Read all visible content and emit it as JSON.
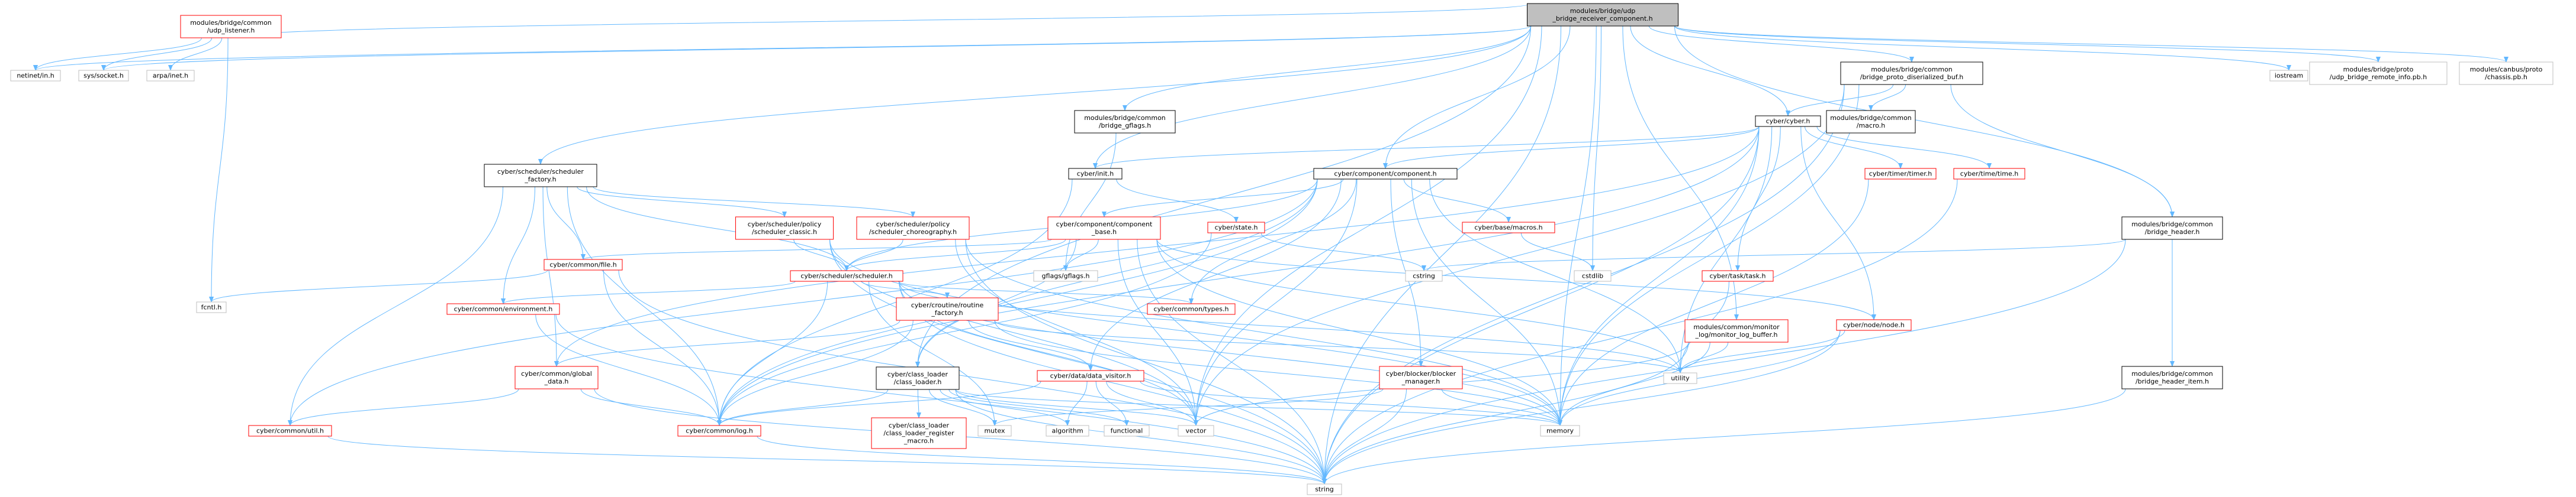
{
  "colors": {
    "edge": "#63b8ff",
    "edge_head": "#63b8ff",
    "root_fill": "#bfbfbf",
    "root_border": "#000000",
    "local_border": "#ff0000",
    "std_border": "#bfbfbf",
    "text": "#000000",
    "background": "#ffffff"
  },
  "graph": {
    "nodes": [
      {
        "id": "root",
        "lines": [
          "modules/bridge/udp",
          "_bridge_receiver_component.h"
        ],
        "kind": "root"
      },
      {
        "id": "udp_listener",
        "lines": [
          "modules/bridge/common",
          "/udp_listener.h"
        ],
        "kind": "local"
      },
      {
        "id": "netinet_in",
        "lines": [
          "netinet/in.h"
        ],
        "kind": "std"
      },
      {
        "id": "sys_socket",
        "lines": [
          "sys/socket.h"
        ],
        "kind": "std"
      },
      {
        "id": "arpa_inet",
        "lines": [
          "arpa/inet.h"
        ],
        "kind": "std"
      },
      {
        "id": "fcntl",
        "lines": [
          "fcntl.h"
        ],
        "kind": "std"
      },
      {
        "id": "sched_factory",
        "lines": [
          "cyber/scheduler/scheduler",
          "_factory.h"
        ],
        "kind": "doc"
      },
      {
        "id": "gflags_h",
        "lines": [
          "modules/bridge/common",
          "/bridge_gflags.h"
        ],
        "kind": "doc"
      },
      {
        "id": "proto_buf",
        "lines": [
          "modules/bridge/common",
          "/bridge_proto_diserialized_buf.h"
        ],
        "kind": "doc"
      },
      {
        "id": "iostream",
        "lines": [
          "iostream"
        ],
        "kind": "std"
      },
      {
        "id": "remote_info",
        "lines": [
          "modules/bridge/proto",
          "/udp_bridge_remote_info.pb.h"
        ],
        "kind": "std"
      },
      {
        "id": "chassis",
        "lines": [
          "modules/canbus/proto",
          "/chassis.pb.h"
        ],
        "kind": "std"
      },
      {
        "id": "cyber_h",
        "lines": [
          "cyber/cyber.h"
        ],
        "kind": "doc"
      },
      {
        "id": "common_macro",
        "lines": [
          "modules/bridge/common",
          "/macro.h"
        ],
        "kind": "doc"
      },
      {
        "id": "init_h",
        "lines": [
          "cyber/init.h"
        ],
        "kind": "doc"
      },
      {
        "id": "component_h",
        "lines": [
          "cyber/component/component.h"
        ],
        "kind": "doc"
      },
      {
        "id": "timer_h",
        "lines": [
          "cyber/timer/timer.h"
        ],
        "kind": "local"
      },
      {
        "id": "time_h",
        "lines": [
          "cyber/time/time.h"
        ],
        "kind": "local"
      },
      {
        "id": "policy_classic",
        "lines": [
          "cyber/scheduler/policy",
          "/scheduler_classic.h"
        ],
        "kind": "local"
      },
      {
        "id": "policy_choreo",
        "lines": [
          "cyber/scheduler/policy",
          "/scheduler_choreography.h"
        ],
        "kind": "local"
      },
      {
        "id": "component_base",
        "lines": [
          "cyber/component/component",
          "_base.h"
        ],
        "kind": "local"
      },
      {
        "id": "state_h",
        "lines": [
          "cyber/state.h"
        ],
        "kind": "local"
      },
      {
        "id": "base_macros",
        "lines": [
          "cyber/base/macros.h"
        ],
        "kind": "local"
      },
      {
        "id": "bridge_header",
        "lines": [
          "modules/bridge/common",
          "/bridge_header.h"
        ],
        "kind": "doc"
      },
      {
        "id": "common_file",
        "lines": [
          "cyber/common/file.h"
        ],
        "kind": "local"
      },
      {
        "id": "scheduler_h",
        "lines": [
          "cyber/scheduler/scheduler.h"
        ],
        "kind": "local"
      },
      {
        "id": "gflags_gflags",
        "lines": [
          "gflags/gflags.h"
        ],
        "kind": "std"
      },
      {
        "id": "cstring",
        "lines": [
          "cstring"
        ],
        "kind": "std"
      },
      {
        "id": "cstdlib",
        "lines": [
          "cstdlib"
        ],
        "kind": "std"
      },
      {
        "id": "task_h",
        "lines": [
          "cyber/task/task.h"
        ],
        "kind": "local"
      },
      {
        "id": "environment",
        "lines": [
          "cyber/common/environment.h"
        ],
        "kind": "local"
      },
      {
        "id": "routine_factory",
        "lines": [
          "cyber/croutine/routine",
          "_factory.h"
        ],
        "kind": "local"
      },
      {
        "id": "common_types",
        "lines": [
          "cyber/common/types.h"
        ],
        "kind": "local"
      },
      {
        "id": "monitor_log",
        "lines": [
          "modules/common/monitor",
          "_log/monitor_log_buffer.h"
        ],
        "kind": "local"
      },
      {
        "id": "node_h",
        "lines": [
          "cyber/node/node.h"
        ],
        "kind": "local"
      },
      {
        "id": "global_data",
        "lines": [
          "cyber/common/global",
          "_data.h"
        ],
        "kind": "local"
      },
      {
        "id": "class_loader",
        "lines": [
          "cyber/class_loader",
          "/class_loader.h"
        ],
        "kind": "doc"
      },
      {
        "id": "data_visitor",
        "lines": [
          "cyber/data/data_visitor.h"
        ],
        "kind": "local"
      },
      {
        "id": "blocker_manager",
        "lines": [
          "cyber/blocker/blocker",
          "_manager.h"
        ],
        "kind": "local"
      },
      {
        "id": "utility",
        "lines": [
          "utility"
        ],
        "kind": "std"
      },
      {
        "id": "header_item",
        "lines": [
          "modules/bridge/common",
          "/bridge_header_item.h"
        ],
        "kind": "doc"
      },
      {
        "id": "common_util",
        "lines": [
          "cyber/common/util.h"
        ],
        "kind": "local"
      },
      {
        "id": "common_log",
        "lines": [
          "cyber/common/log.h"
        ],
        "kind": "local"
      },
      {
        "id": "class_loader_macro",
        "lines": [
          "cyber/class_loader",
          "/class_loader_register",
          "_macro.h"
        ],
        "kind": "local"
      },
      {
        "id": "mutex",
        "lines": [
          "mutex"
        ],
        "kind": "std"
      },
      {
        "id": "algorithm",
        "lines": [
          "algorithm"
        ],
        "kind": "std"
      },
      {
        "id": "functional",
        "lines": [
          "functional"
        ],
        "kind": "std"
      },
      {
        "id": "vector",
        "lines": [
          "vector"
        ],
        "kind": "std"
      },
      {
        "id": "memory",
        "lines": [
          "memory"
        ],
        "kind": "std"
      },
      {
        "id": "string",
        "lines": [
          "string"
        ],
        "kind": "std"
      }
    ],
    "edges": [
      [
        "root",
        "udp_listener"
      ],
      [
        "root",
        "netinet_in"
      ],
      [
        "root",
        "sys_socket"
      ],
      [
        "root",
        "sched_factory"
      ],
      [
        "root",
        "gflags_h"
      ],
      [
        "root",
        "proto_buf"
      ],
      [
        "root",
        "iostream"
      ],
      [
        "root",
        "remote_info"
      ],
      [
        "root",
        "chassis"
      ],
      [
        "root",
        "cyber_h"
      ],
      [
        "root",
        "init_h"
      ],
      [
        "root",
        "component_h"
      ],
      [
        "root",
        "cstdlib"
      ],
      [
        "root",
        "monitor_log"
      ],
      [
        "root",
        "class_loader"
      ],
      [
        "root",
        "vector"
      ],
      [
        "root",
        "memory"
      ],
      [
        "root",
        "string"
      ],
      [
        "root",
        "bridge_header"
      ],
      [
        "udp_listener",
        "netinet_in"
      ],
      [
        "udp_listener",
        "sys_socket"
      ],
      [
        "udp_listener",
        "arpa_inet"
      ],
      [
        "udp_listener",
        "fcntl"
      ],
      [
        "sched_factory",
        "policy_classic"
      ],
      [
        "sched_factory",
        "policy_choreo"
      ],
      [
        "sched_factory",
        "scheduler_h"
      ],
      [
        "sched_factory",
        "common_file"
      ],
      [
        "sched_factory",
        "environment"
      ],
      [
        "sched_factory",
        "global_data"
      ],
      [
        "sched_factory",
        "common_util"
      ],
      [
        "sched_factory",
        "common_log"
      ],
      [
        "gflags_h",
        "gflags_gflags"
      ],
      [
        "proto_buf",
        "cyber_h"
      ],
      [
        "proto_buf",
        "common_macro"
      ],
      [
        "proto_buf",
        "bridge_header"
      ],
      [
        "proto_buf",
        "vector"
      ],
      [
        "proto_buf",
        "memory"
      ],
      [
        "proto_buf",
        "string"
      ],
      [
        "cyber_h",
        "init_h"
      ],
      [
        "cyber_h",
        "component_h"
      ],
      [
        "cyber_h",
        "timer_h"
      ],
      [
        "cyber_h",
        "time_h"
      ],
      [
        "cyber_h",
        "task_h"
      ],
      [
        "cyber_h",
        "node_h"
      ],
      [
        "cyber_h",
        "common_log"
      ],
      [
        "cyber_h",
        "global_data"
      ],
      [
        "cyber_h",
        "memory"
      ],
      [
        "cyber_h",
        "string"
      ],
      [
        "cyber_h",
        "utility"
      ],
      [
        "init_h",
        "state_h"
      ],
      [
        "init_h",
        "common_log"
      ],
      [
        "component_h",
        "component_base"
      ],
      [
        "component_h",
        "base_macros"
      ],
      [
        "component_h",
        "scheduler_h"
      ],
      [
        "component_h",
        "common_types"
      ],
      [
        "component_h",
        "common_util"
      ],
      [
        "component_h",
        "data_visitor"
      ],
      [
        "component_h",
        "blocker_manager"
      ],
      [
        "component_h",
        "class_loader"
      ],
      [
        "component_h",
        "memory"
      ],
      [
        "component_h",
        "utility"
      ],
      [
        "component_h",
        "vector"
      ],
      [
        "component_h",
        "common_log"
      ],
      [
        "timer_h",
        "memory"
      ],
      [
        "time_h",
        "string"
      ],
      [
        "policy_classic",
        "scheduler_h"
      ],
      [
        "policy_classic",
        "memory"
      ],
      [
        "policy_classic",
        "string"
      ],
      [
        "policy_classic",
        "vector"
      ],
      [
        "policy_choreo",
        "scheduler_h"
      ],
      [
        "policy_choreo",
        "memory"
      ],
      [
        "policy_choreo",
        "string"
      ],
      [
        "policy_choreo",
        "vector"
      ],
      [
        "component_base",
        "gflags_gflags"
      ],
      [
        "component_base",
        "scheduler_h"
      ],
      [
        "component_base",
        "common_file"
      ],
      [
        "component_base",
        "class_loader"
      ],
      [
        "component_base",
        "node_h"
      ],
      [
        "component_base",
        "memory"
      ],
      [
        "component_base",
        "string"
      ],
      [
        "component_base",
        "vector"
      ],
      [
        "component_base",
        "utility"
      ],
      [
        "state_h",
        "cstring"
      ],
      [
        "state_h",
        "common_log"
      ],
      [
        "base_macros",
        "cstdlib"
      ],
      [
        "bridge_header",
        "header_item"
      ],
      [
        "bridge_header",
        "cstring"
      ],
      [
        "bridge_header",
        "string"
      ],
      [
        "common_file",
        "fcntl"
      ],
      [
        "common_file",
        "common_log"
      ],
      [
        "common_file",
        "string"
      ],
      [
        "scheduler_h",
        "routine_factory"
      ],
      [
        "scheduler_h",
        "common_types"
      ],
      [
        "scheduler_h",
        "environment"
      ],
      [
        "scheduler_h",
        "common_log"
      ],
      [
        "scheduler_h",
        "mutex"
      ],
      [
        "scheduler_h",
        "vector"
      ],
      [
        "scheduler_h",
        "memory"
      ],
      [
        "scheduler_h",
        "string"
      ],
      [
        "scheduler_h",
        "utility"
      ],
      [
        "task_h",
        "utility"
      ],
      [
        "environment",
        "common_log"
      ],
      [
        "environment",
        "string"
      ],
      [
        "routine_factory",
        "global_data"
      ],
      [
        "routine_factory",
        "data_visitor"
      ],
      [
        "routine_factory",
        "common_log"
      ],
      [
        "routine_factory",
        "memory"
      ],
      [
        "routine_factory",
        "utility"
      ],
      [
        "monitor_log",
        "utility"
      ],
      [
        "monitor_log",
        "vector"
      ],
      [
        "monitor_log",
        "memory"
      ],
      [
        "monitor_log",
        "string"
      ],
      [
        "node_h",
        "utility"
      ],
      [
        "node_h",
        "memory"
      ],
      [
        "node_h",
        "string"
      ],
      [
        "global_data",
        "common_log"
      ],
      [
        "global_data",
        "common_util"
      ],
      [
        "global_data",
        "string"
      ],
      [
        "class_loader",
        "class_loader_macro"
      ],
      [
        "class_loader",
        "mutex"
      ],
      [
        "class_loader",
        "algorithm"
      ],
      [
        "class_loader",
        "functional"
      ],
      [
        "class_loader",
        "vector"
      ],
      [
        "class_loader",
        "memory"
      ],
      [
        "class_loader",
        "string"
      ],
      [
        "class_loader",
        "common_log"
      ],
      [
        "data_visitor",
        "algorithm"
      ],
      [
        "data_visitor",
        "functional"
      ],
      [
        "data_visitor",
        "vector"
      ],
      [
        "data_visitor",
        "memory"
      ],
      [
        "data_visitor",
        "common_log"
      ],
      [
        "blocker_manager",
        "mutex"
      ],
      [
        "blocker_manager",
        "memory"
      ],
      [
        "blocker_manager",
        "string"
      ],
      [
        "header_item",
        "string"
      ],
      [
        "common_util",
        "string"
      ],
      [
        "common_log",
        "string"
      ]
    ]
  }
}
